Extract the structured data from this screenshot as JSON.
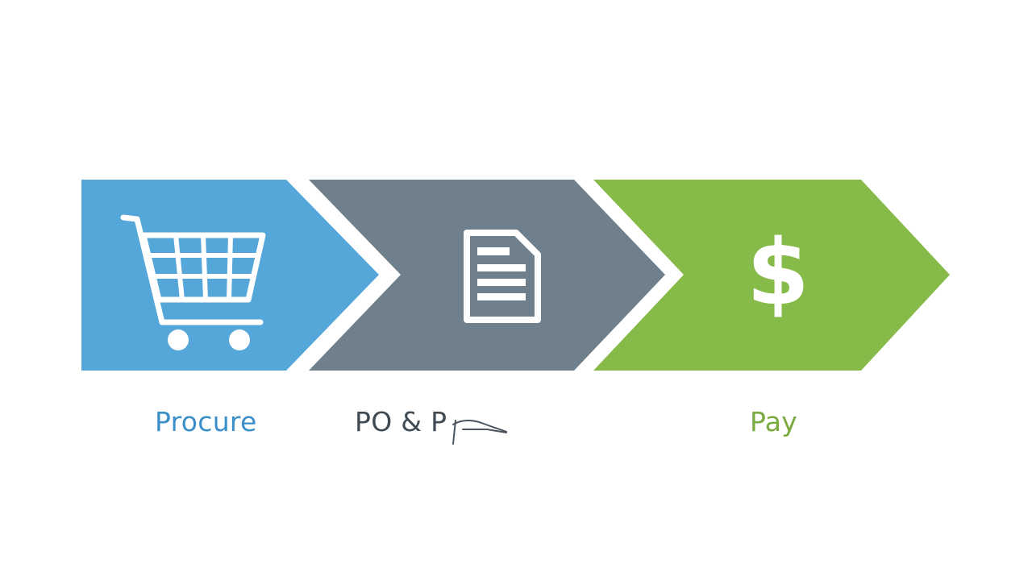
{
  "steps": [
    {
      "id": "procure",
      "label": "Procure",
      "icon": "shopping-cart-icon",
      "color": "#55a6d9",
      "label_color": "#3a8fc9"
    },
    {
      "id": "po",
      "label": "PO & P",
      "icon": "document-icon",
      "color": "#6f808c",
      "label_color": "#3f4a52"
    },
    {
      "id": "pay",
      "label": "Pay",
      "icon": "dollar-icon",
      "color": "#86bb4a",
      "label_color": "#7aab3f"
    }
  ],
  "background": "#ffffff",
  "icon_color": "#ffffff"
}
